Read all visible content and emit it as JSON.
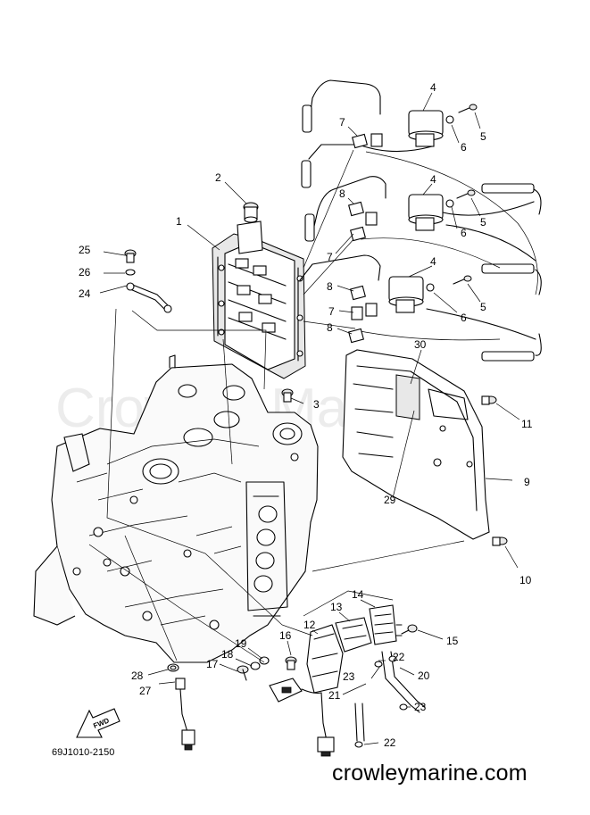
{
  "diagram": {
    "code": "69J1010-2150",
    "watermark": "Crowley Marine",
    "site": "crowleymarine.com",
    "fwd_label": "FWD",
    "callouts": [
      "1",
      "2",
      "3",
      "4",
      "4",
      "4",
      "5",
      "5",
      "5",
      "6",
      "6",
      "6",
      "7",
      "7",
      "7",
      "8",
      "8",
      "8",
      "9",
      "10",
      "11",
      "12",
      "13",
      "14",
      "15",
      "16",
      "17",
      "18",
      "19",
      "20",
      "21",
      "22",
      "22",
      "23",
      "23",
      "24",
      "25",
      "26",
      "27",
      "28",
      "29",
      "30"
    ]
  }
}
